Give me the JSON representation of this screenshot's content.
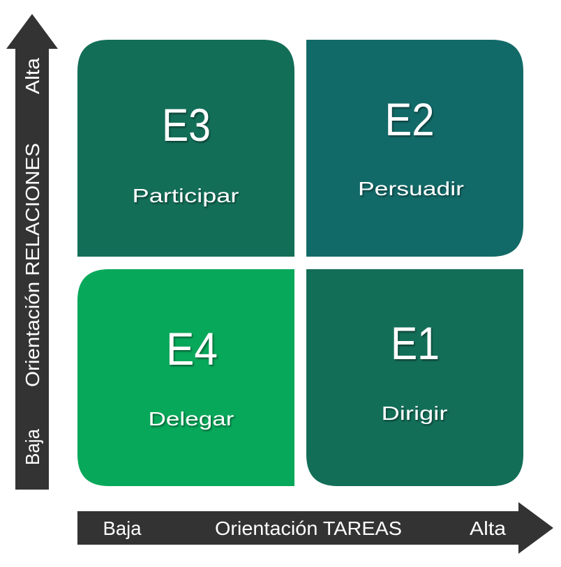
{
  "diagram": {
    "type": "quadrant-matrix",
    "y_axis": {
      "title": "Orientación RELACIONES",
      "low_label": "Baja",
      "high_label": "Alta"
    },
    "x_axis": {
      "title": "Orientación TAREAS",
      "low_label": "Baja",
      "high_label": "Alta"
    },
    "arrow_color": "#333333",
    "quadrants": [
      {
        "id": "E3",
        "code": "E3",
        "label": "Participar",
        "position": "top-left",
        "relaciones": "Alta",
        "tareas": "Baja",
        "color": "#136E58"
      },
      {
        "id": "E2",
        "code": "E2",
        "label": "Persuadir",
        "position": "top-right",
        "relaciones": "Alta",
        "tareas": "Alta",
        "color": "#126A68"
      },
      {
        "id": "E4",
        "code": "E4",
        "label": "Delegar",
        "position": "bottom-left",
        "relaciones": "Baja",
        "tareas": "Baja",
        "color": "#07A85A"
      },
      {
        "id": "E1",
        "code": "E1",
        "label": "Dirigir",
        "position": "bottom-right",
        "relaciones": "Baja",
        "tareas": "Alta",
        "color": "#136E58"
      }
    ]
  }
}
